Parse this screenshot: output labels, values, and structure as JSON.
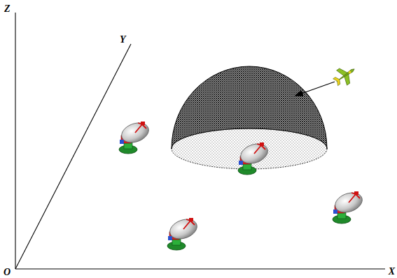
{
  "diagram": {
    "labels": [
      "Z",
      "Y",
      "O",
      "X"
    ]
  }
}
